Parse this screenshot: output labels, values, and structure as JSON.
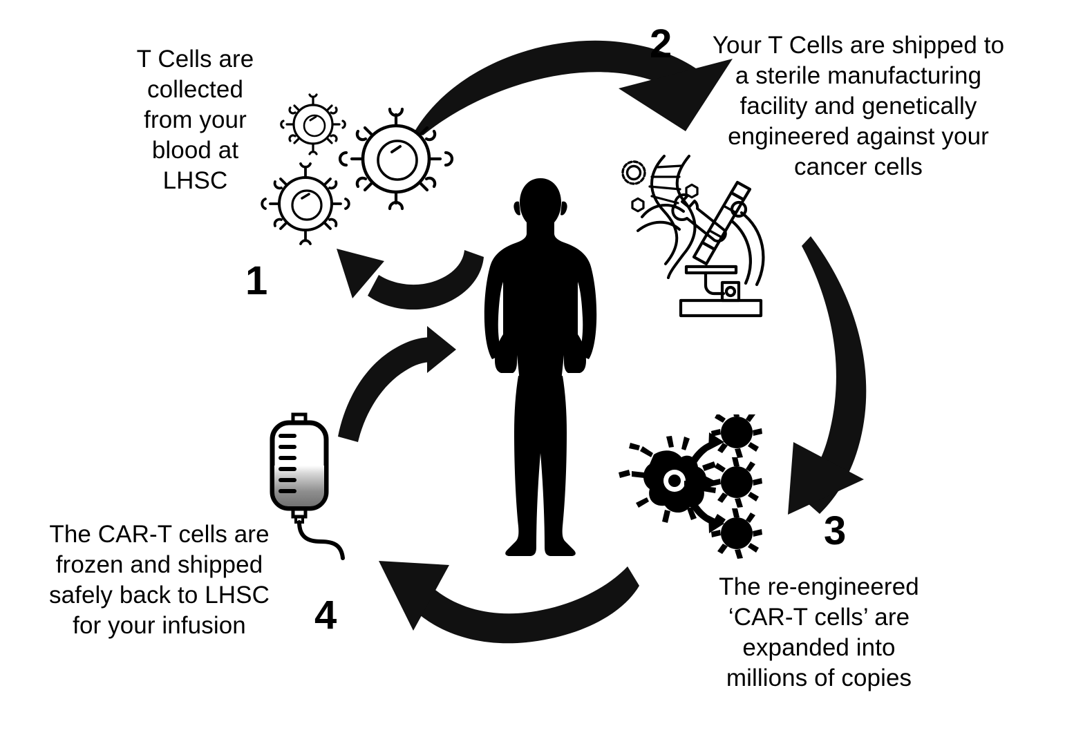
{
  "diagram": {
    "title": "CAR-T cell therapy process cycle",
    "background_color": "#ffffff",
    "ink_color": "#000000"
  },
  "steps": [
    {
      "number": "1",
      "text": "T Cells are\ncollected\nfrom your\nblood at\nLHSC",
      "icon": "t-cells-icon"
    },
    {
      "number": "2",
      "text": "Your T Cells are shipped to\na sterile manufacturing\nfacility and genetically\nengineered against your\ncancer cells",
      "icon": "dna-microscope-icon"
    },
    {
      "number": "3",
      "text": "The re-engineered\n‘CAR-T cells’ are\nexpanded into\nmillions of copies",
      "icon": "cell-expansion-icon"
    },
    {
      "number": "4",
      "text": "The CAR-T cells are\nfrozen and shipped\nsafely back to LHSC\nfor your infusion",
      "icon": "iv-bag-icon"
    }
  ],
  "center": {
    "figure": "patient-silhouette"
  },
  "arrows": [
    {
      "name": "arrow-step1-to-step2",
      "direction": "clockwise-top"
    },
    {
      "name": "arrow-step2-to-step3",
      "direction": "clockwise-right"
    },
    {
      "name": "arrow-step3-to-step4",
      "direction": "clockwise-bottom"
    },
    {
      "name": "arrow-step4-to-patient",
      "direction": "inward-upper-left"
    },
    {
      "name": "arrow-patient-to-step1",
      "direction": "outward-upper-left"
    }
  ]
}
